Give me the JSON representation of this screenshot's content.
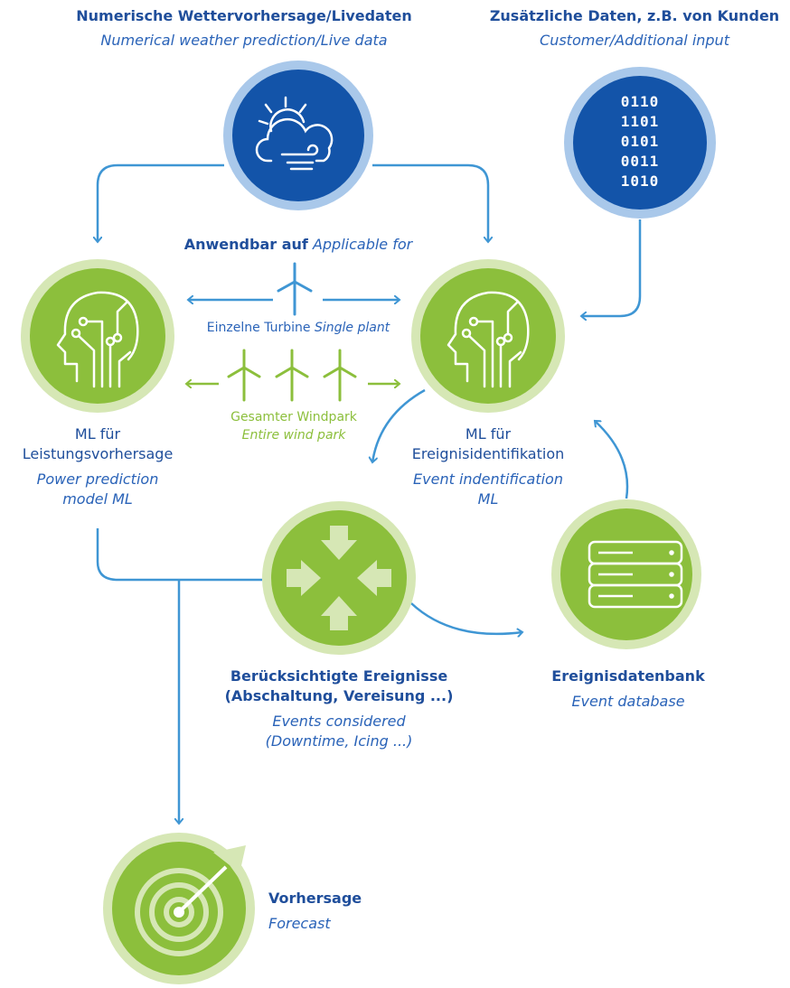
{
  "weather": {
    "title_de": "Numerische Wettervorhersage/Livedaten",
    "title_en": "Numerical weather prediction/Live data"
  },
  "customer": {
    "title_de": "Zusätzliche Daten, z.B. von Kunden",
    "title_en": "Customer/Additional input",
    "binary": [
      "0110",
      "1101",
      "0101",
      "0011",
      "1010"
    ]
  },
  "applicable": {
    "de": "Anwendbar auf",
    "en": "Applicable for"
  },
  "single": {
    "de": "Einzelne Turbine",
    "en": "Single plant"
  },
  "park": {
    "de": "Gesamter Windpark",
    "en": "Entire wind park"
  },
  "ml_power": {
    "de_1": "ML für",
    "de_2": "Leistungsvorhersage",
    "en_1": "Power prediction",
    "en_2": "model ML"
  },
  "ml_event": {
    "de_1": "ML für",
    "de_2": "Ereignisidentifikation",
    "en_1": "Event indentification",
    "en_2": "ML"
  },
  "events": {
    "de_1": "Berücksichtigte Ereignisse",
    "de_2": "(Abschaltung, Vereisung ...)",
    "en_1": "Events considered",
    "en_2": "(Downtime, Icing ...)"
  },
  "database": {
    "de": "Ereignisdatenbank",
    "en": "Event database"
  },
  "forecast": {
    "de": "Vorhersage",
    "en": "Forecast"
  },
  "colors": {
    "blue_dark": "#1354a9",
    "blue_ring": "#a9c8ea",
    "blue_line": "#3f96d4",
    "green": "#8cbf3c",
    "green_ring": "#d6e7b5"
  }
}
